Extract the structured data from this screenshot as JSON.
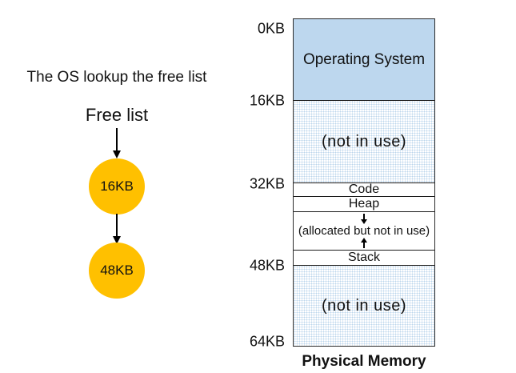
{
  "left_panel": {
    "caption": "The OS lookup the free list",
    "free_list_label": "Free list",
    "nodes": [
      "16KB",
      "48KB"
    ]
  },
  "memory": {
    "caption": "Physical Memory",
    "addresses": [
      "0KB",
      "16KB",
      "32KB",
      "48KB",
      "64KB"
    ],
    "segments": {
      "os": "Operating System",
      "free_upper": "(not in use)",
      "code": "Code",
      "heap": "Heap",
      "allocated": "(allocated but not in use)",
      "stack": "Stack",
      "free_lower": "(not in use)"
    }
  },
  "colors": {
    "node_fill": "#FFC000",
    "os_fill": "#BDD7EE",
    "free_dot": "#BCD6EC",
    "line": "#000000"
  }
}
